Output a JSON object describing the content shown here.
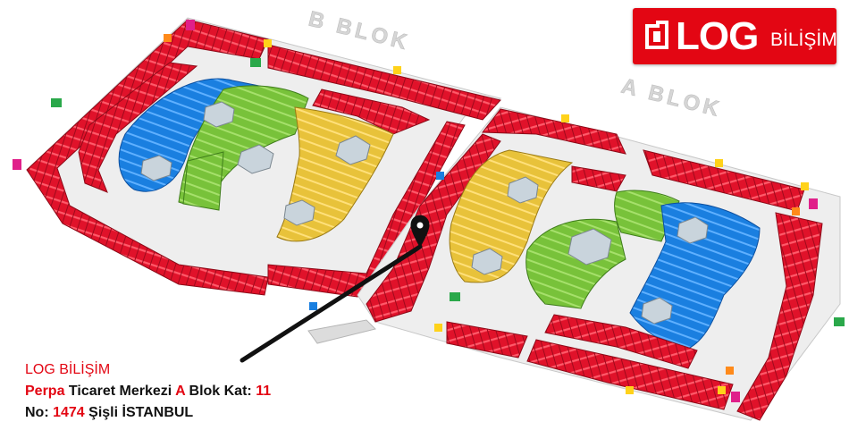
{
  "map": {
    "blocks": [
      {
        "id": "b",
        "label": "B BLOK"
      },
      {
        "id": "a",
        "label": "A BLOK"
      }
    ],
    "colors": {
      "shop": "#e0122a",
      "blue": "#1a7fe0",
      "green": "#78c23a",
      "yellow": "#e8c23a",
      "floor": "#f2f2f2",
      "pointer": "#111111"
    },
    "markers": {
      "pin": "location-pin-icon",
      "arrow": "pointer-line"
    }
  },
  "logo": {
    "brand": "LOG",
    "sub": "BİLİŞİM",
    "color": "#e30613"
  },
  "address": {
    "company": "LOG BİLİŞİM",
    "line2": {
      "p1": "Perpa",
      "p2": " Ticaret Merkezi ",
      "p3": "A",
      "p4": " Blok Kat: ",
      "p5": "11"
    },
    "line3": {
      "p1": "No: ",
      "p2": "1474",
      "p3": " Şişli İSTANBUL"
    }
  }
}
